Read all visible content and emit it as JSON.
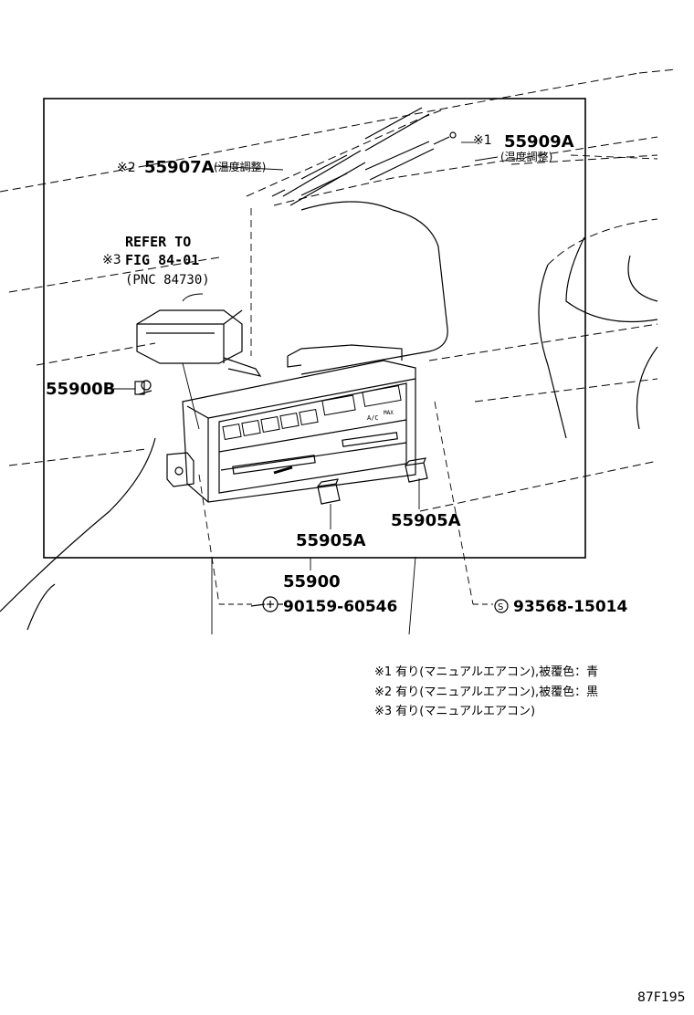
{
  "parts": {
    "p55907A": {
      "mark": "※2",
      "number": "55907A",
      "note": "(温度調整)"
    },
    "p55909A": {
      "mark": "※1",
      "number": "55909A",
      "note": "(温度調整)"
    },
    "refer": {
      "line1": "REFER TO",
      "mark": "※3",
      "line2": "FIG 84-01",
      "line3": "(PNC 84730)"
    },
    "p55900B": {
      "number": "55900B"
    },
    "p55905A_left": {
      "number": "55905A"
    },
    "p55905A_right": {
      "number": "55905A"
    },
    "p55900": {
      "number": "55900"
    },
    "p90159": {
      "number": "90159-60546"
    },
    "p93568": {
      "symbol": "S",
      "number": "93568-15014"
    }
  },
  "notes": [
    "※1 有り(マニュアルエアコン),被覆色：青",
    "※2 有り(マニュアルエアコン),被覆色：黒",
    "※3 有り(マニュアルエアコン)"
  ],
  "panel": {
    "ac_label": "A/C",
    "max_label": "MAX"
  },
  "figure_id": "87F195"
}
